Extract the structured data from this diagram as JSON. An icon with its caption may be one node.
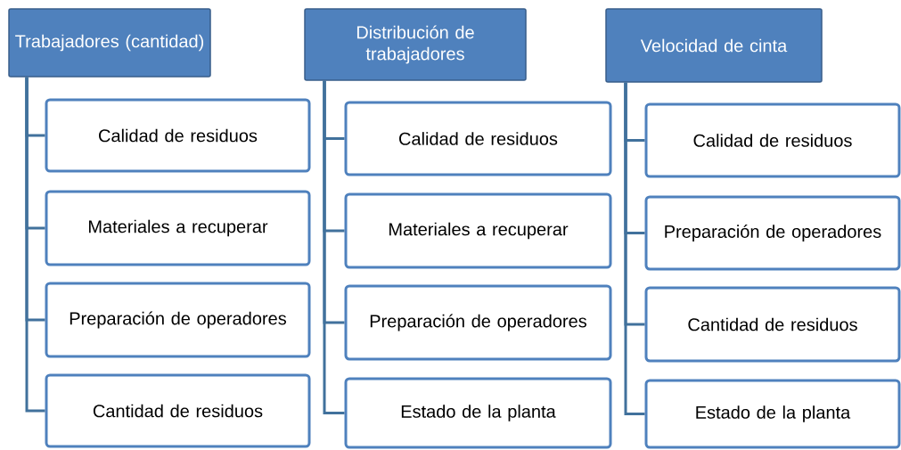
{
  "diagram": {
    "nodes": [
      {
        "text": [
          "Trabajadores (cantidad)"
        ]
      },
      {
        "text": [
          "Calidad de residuos"
        ]
      },
      {
        "text": [
          "Materiales a recuperar"
        ]
      },
      {
        "text": [
          "Preparación de operadores"
        ]
      },
      {
        "text": [
          "Cantidad de residuos"
        ]
      },
      {
        "text": [
          "Distribución de trabajadores"
        ]
      },
      {
        "text": [
          "Calidad de residuos"
        ]
      },
      {
        "text": [
          "Materiales a recuperar"
        ]
      },
      {
        "text": [
          "Preparación de operadores"
        ]
      },
      {
        "text": [
          "Estado de la planta"
        ]
      },
      {
        "text": [
          "Velocidad de cinta"
        ]
      },
      {
        "text": [
          "Calidad de residuos"
        ]
      },
      {
        "text": [
          "Preparación de operadores"
        ]
      },
      {
        "text": [
          "Cantidad de residuos"
        ]
      },
      {
        "text": [
          "Estado de la planta"
        ]
      }
    ],
    "edges": [
      {
        "from": 0,
        "to": 1,
        "arrow": "none"
      },
      {
        "from": 0,
        "to": 2,
        "arrow": "none"
      },
      {
        "from": 0,
        "to": 3,
        "arrow": "none"
      },
      {
        "from": 0,
        "to": 4,
        "arrow": "none"
      },
      {
        "from": 5,
        "to": 6,
        "arrow": "none"
      },
      {
        "from": 5,
        "to": 7,
        "arrow": "none"
      },
      {
        "from": 5,
        "to": 8,
        "arrow": "none"
      },
      {
        "from": 5,
        "to": 9,
        "arrow": "none"
      },
      {
        "from": 10,
        "to": 11,
        "arrow": "none"
      },
      {
        "from": 10,
        "to": 12,
        "arrow": "none"
      },
      {
        "from": 10,
        "to": 13,
        "arrow": "none"
      },
      {
        "from": 10,
        "to": 14,
        "arrow": "none"
      }
    ]
  }
}
